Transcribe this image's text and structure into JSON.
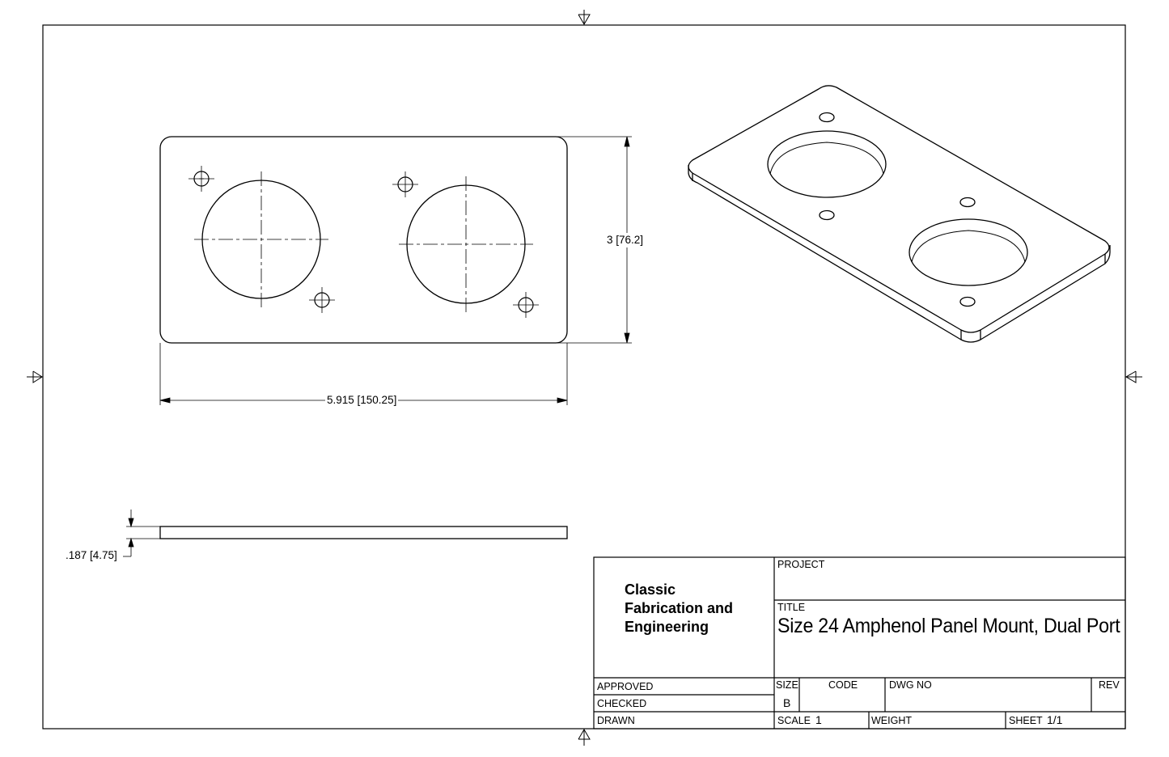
{
  "company": {
    "lines": [
      "Classic",
      "Fabrication and",
      "Engineering"
    ]
  },
  "title_block": {
    "project_label": "PROJECT",
    "project_value": "",
    "title_label": "TITLE",
    "title_value": "Size 24 Amphenol Panel Mount, Dual Port",
    "approved_label": "APPROVED",
    "checked_label": "CHECKED",
    "drawn_label": "DRAWN",
    "size_label": "SIZE",
    "size_value": "B",
    "code_label": "CODE",
    "dwg_no_label": "DWG NO",
    "rev_label": "REV",
    "scale_label": "SCALE",
    "scale_value": "1",
    "weight_label": "WEIGHT",
    "sheet_label": "SHEET",
    "sheet_value": "1/1"
  },
  "dimensions": {
    "width": "5.915 [150.25]",
    "height": "3 [76.2]",
    "thickness": ".187 [4.75]"
  }
}
